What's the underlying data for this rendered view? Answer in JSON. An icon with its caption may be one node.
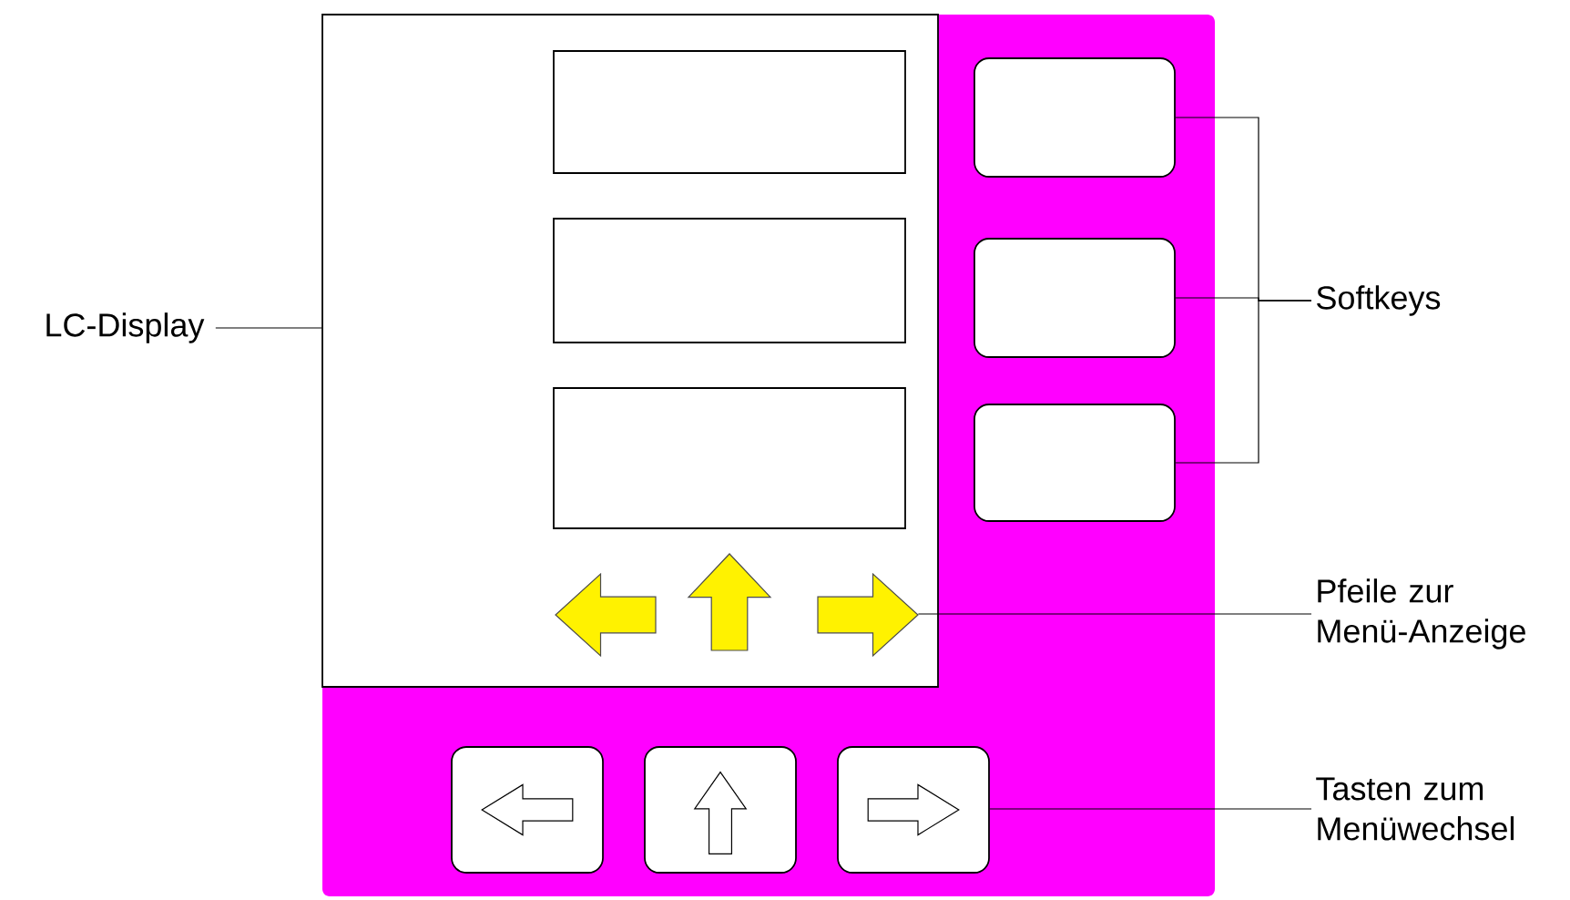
{
  "diagram": {
    "nodes": [
      {
        "text": [],
        "shape": "box"
      },
      {
        "text": [],
        "shape": "box",
        "in": 0
      },
      {
        "text": [],
        "shape": "box",
        "in": 1
      },
      {
        "text": [],
        "shape": "box",
        "in": 1
      },
      {
        "text": [],
        "shape": "box",
        "in": 1
      },
      {
        "text": [],
        "shape": "box",
        "in": 0
      },
      {
        "text": [],
        "shape": "box",
        "in": 0
      },
      {
        "text": [],
        "shape": "box",
        "in": 0
      },
      {
        "text": [],
        "shape": "arrow",
        "in": 1
      },
      {
        "text": [],
        "shape": "arrow",
        "in": 1
      },
      {
        "text": [],
        "shape": "arrow",
        "in": 1
      },
      {
        "text": [],
        "shape": "box",
        "in": 0
      },
      {
        "text": [],
        "shape": "box",
        "in": 0
      },
      {
        "text": [],
        "shape": "box",
        "in": 0
      },
      {
        "text": [
          "LC-Display"
        ]
      },
      {
        "text": [
          "Softkeys"
        ]
      },
      {
        "text": [
          "Pfeile zur Menü-Anzeige"
        ]
      },
      {
        "text": [
          "Tasten zum Menüwechsel"
        ]
      }
    ],
    "edges": [
      {
        "from": 14,
        "to": 1,
        "arrow": "none"
      },
      {
        "from": 15,
        "to": 5,
        "arrow": "none"
      },
      {
        "from": 15,
        "to": 6,
        "arrow": "none"
      },
      {
        "from": 15,
        "to": 7,
        "arrow": "none"
      },
      {
        "from": 16,
        "to": 10,
        "arrow": "none"
      },
      {
        "from": 17,
        "to": 13,
        "arrow": "none"
      }
    ]
  }
}
